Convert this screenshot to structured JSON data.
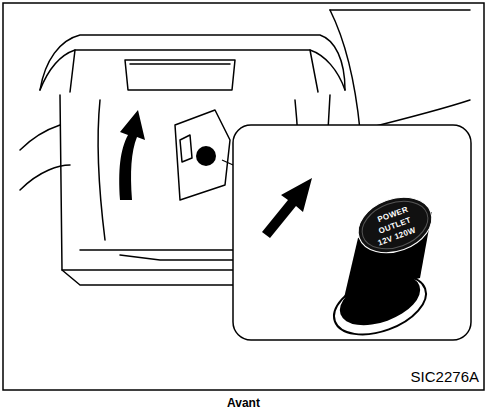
{
  "diagram": {
    "caption": "Avant",
    "labels": [
      "POWER",
      "OUTLET",
      "12V 120W",
      "SIC2276A"
    ]
  }
}
